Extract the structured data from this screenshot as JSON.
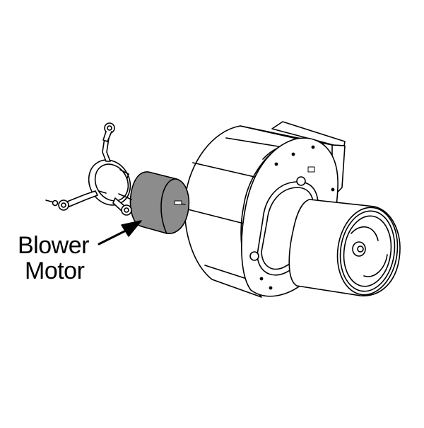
{
  "diagram": {
    "title": "Blower assembly exploded view",
    "callouts": [
      {
        "line1": "Blower",
        "line2": "Motor",
        "target": "blower-motor"
      }
    ],
    "parts": [
      {
        "id": "mounting-bracket",
        "name": "Motor mounting bracket with three arms"
      },
      {
        "id": "blower-motor",
        "name": "Blower Motor",
        "fill": "#8c8c8c"
      },
      {
        "id": "blower-housing",
        "name": "Blower housing (scroll)"
      },
      {
        "id": "inducer-wheel",
        "name": "Blower wheel / inlet"
      }
    ],
    "colors": {
      "line": "#000000",
      "motor_fill": "#8c8c8c",
      "background": "#ffffff"
    }
  }
}
